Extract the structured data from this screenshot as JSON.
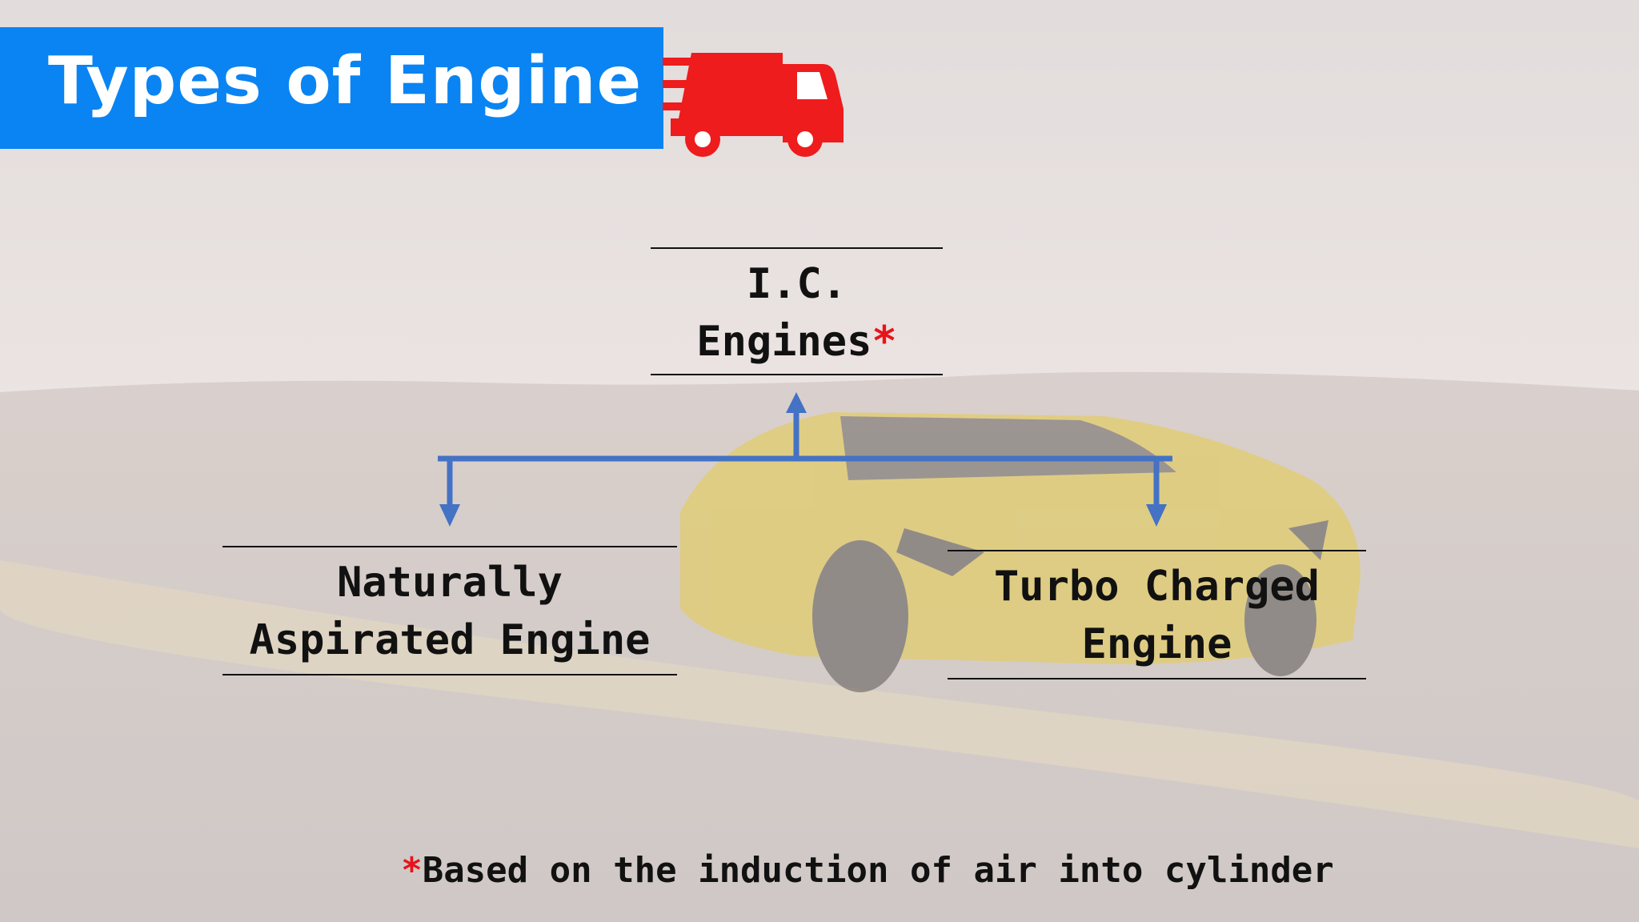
{
  "slide": {
    "title": "Types of Engine",
    "icon": "delivery-truck-icon",
    "colors": {
      "banner": "#0a84f2",
      "truck": "#ee1c1c",
      "connector": "#4472c4",
      "asterisk": "#e8141b"
    }
  },
  "diagram": {
    "root": {
      "line1": "I.C.",
      "line2": "Engines",
      "mark": "*"
    },
    "children": [
      {
        "line1": "Naturally",
        "line2": "Aspirated Engine"
      },
      {
        "line1": "Turbo Charged",
        "line2": "Engine"
      }
    ]
  },
  "footnote": {
    "mark": "*",
    "text": "Based on the induction of air into cylinder"
  }
}
